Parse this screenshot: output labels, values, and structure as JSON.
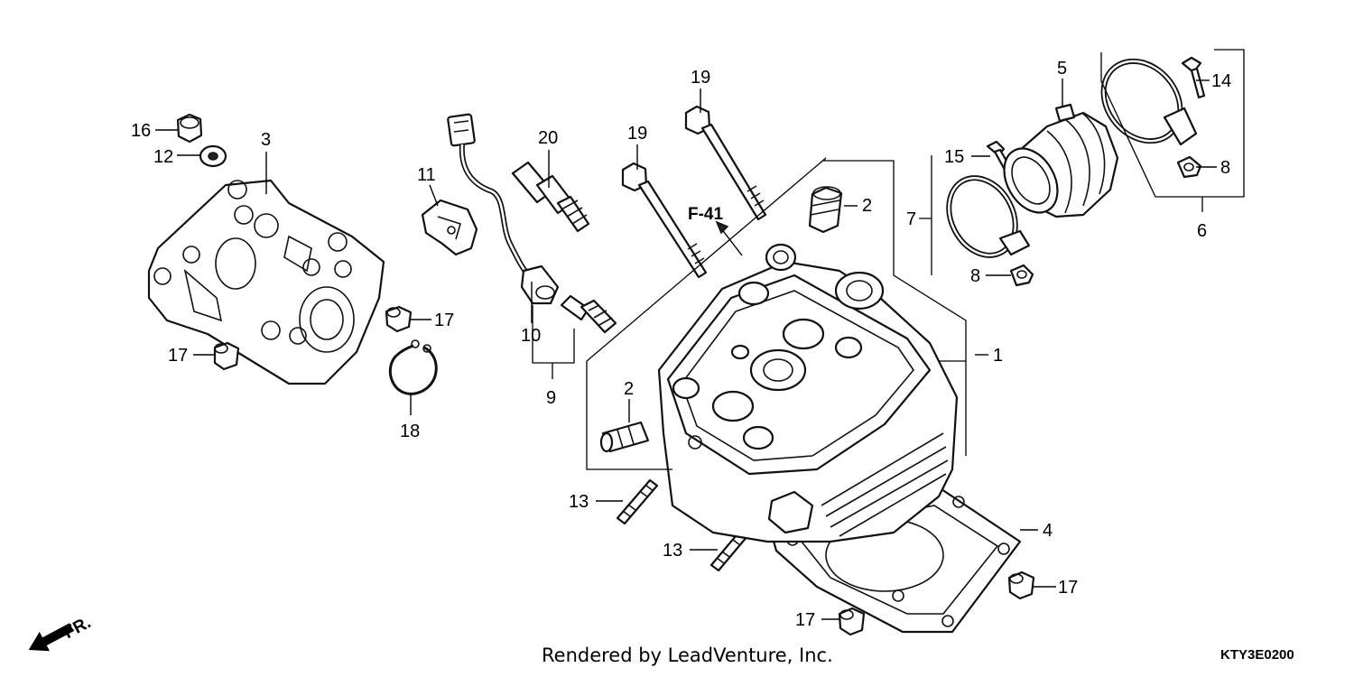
{
  "labels": {
    "l1": "1",
    "l2a": "2",
    "l2b": "2",
    "l3": "3",
    "l4": "4",
    "l5": "5",
    "l6": "6",
    "l7": "7",
    "l8a": "8",
    "l8b": "8",
    "l9": "9",
    "l10": "10",
    "l11": "11",
    "l12": "12",
    "l13a": "13",
    "l13b": "13",
    "l14": "14",
    "l15": "15",
    "l16": "16",
    "l17a": "17",
    "l17b": "17",
    "l17c": "17",
    "l17d": "17",
    "l18": "18",
    "l19a": "19",
    "l19b": "19",
    "l20": "20"
  },
  "reference": "F-41",
  "direction": "FR.",
  "footer": "Rendered by LeadVenture, Inc.",
  "diagram_code": "KTY3E0200"
}
